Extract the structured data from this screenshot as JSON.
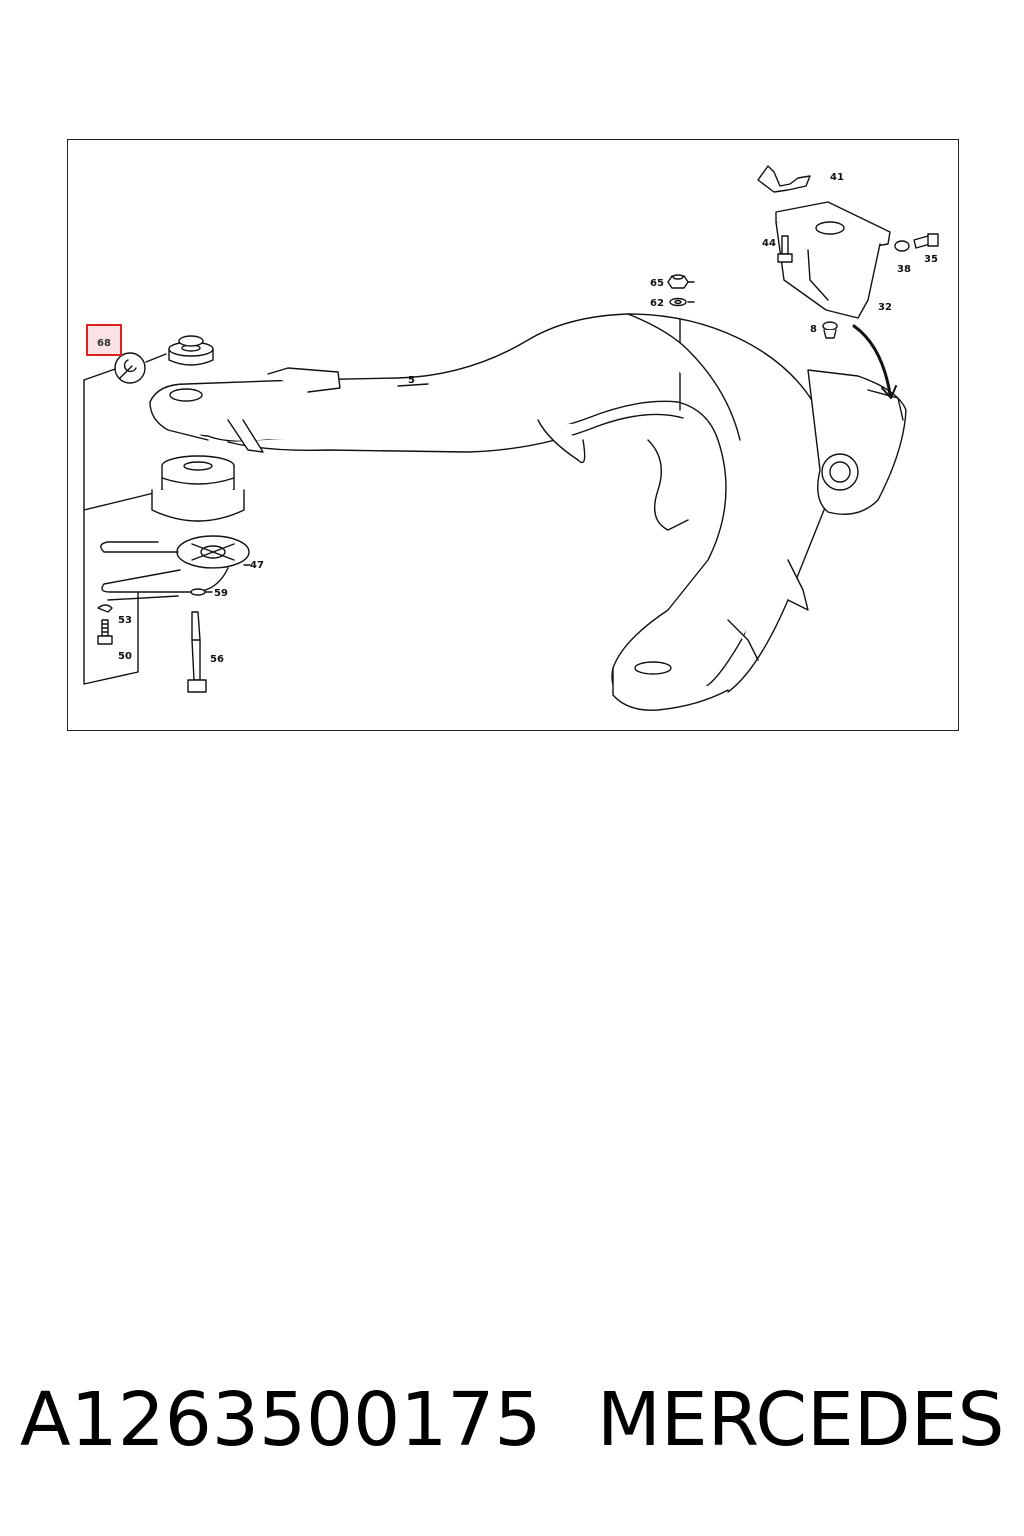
{
  "diagram": {
    "highlight_label": "68",
    "callouts": {
      "c5": "5",
      "c8": "8",
      "c32": "32",
      "c35": "35",
      "c38": "38",
      "c41": "41",
      "c44": "44",
      "c47": "47",
      "c50": "50",
      "c53": "53",
      "c56": "56",
      "c59": "59",
      "c62": "62",
      "c65": "65"
    },
    "colors": {
      "highlight_border": "#e02020",
      "highlight_fill": "#fbe3e5",
      "line": "#111111"
    }
  },
  "footer": {
    "part_number": "A1263500175",
    "brand": "MERCEDES"
  }
}
